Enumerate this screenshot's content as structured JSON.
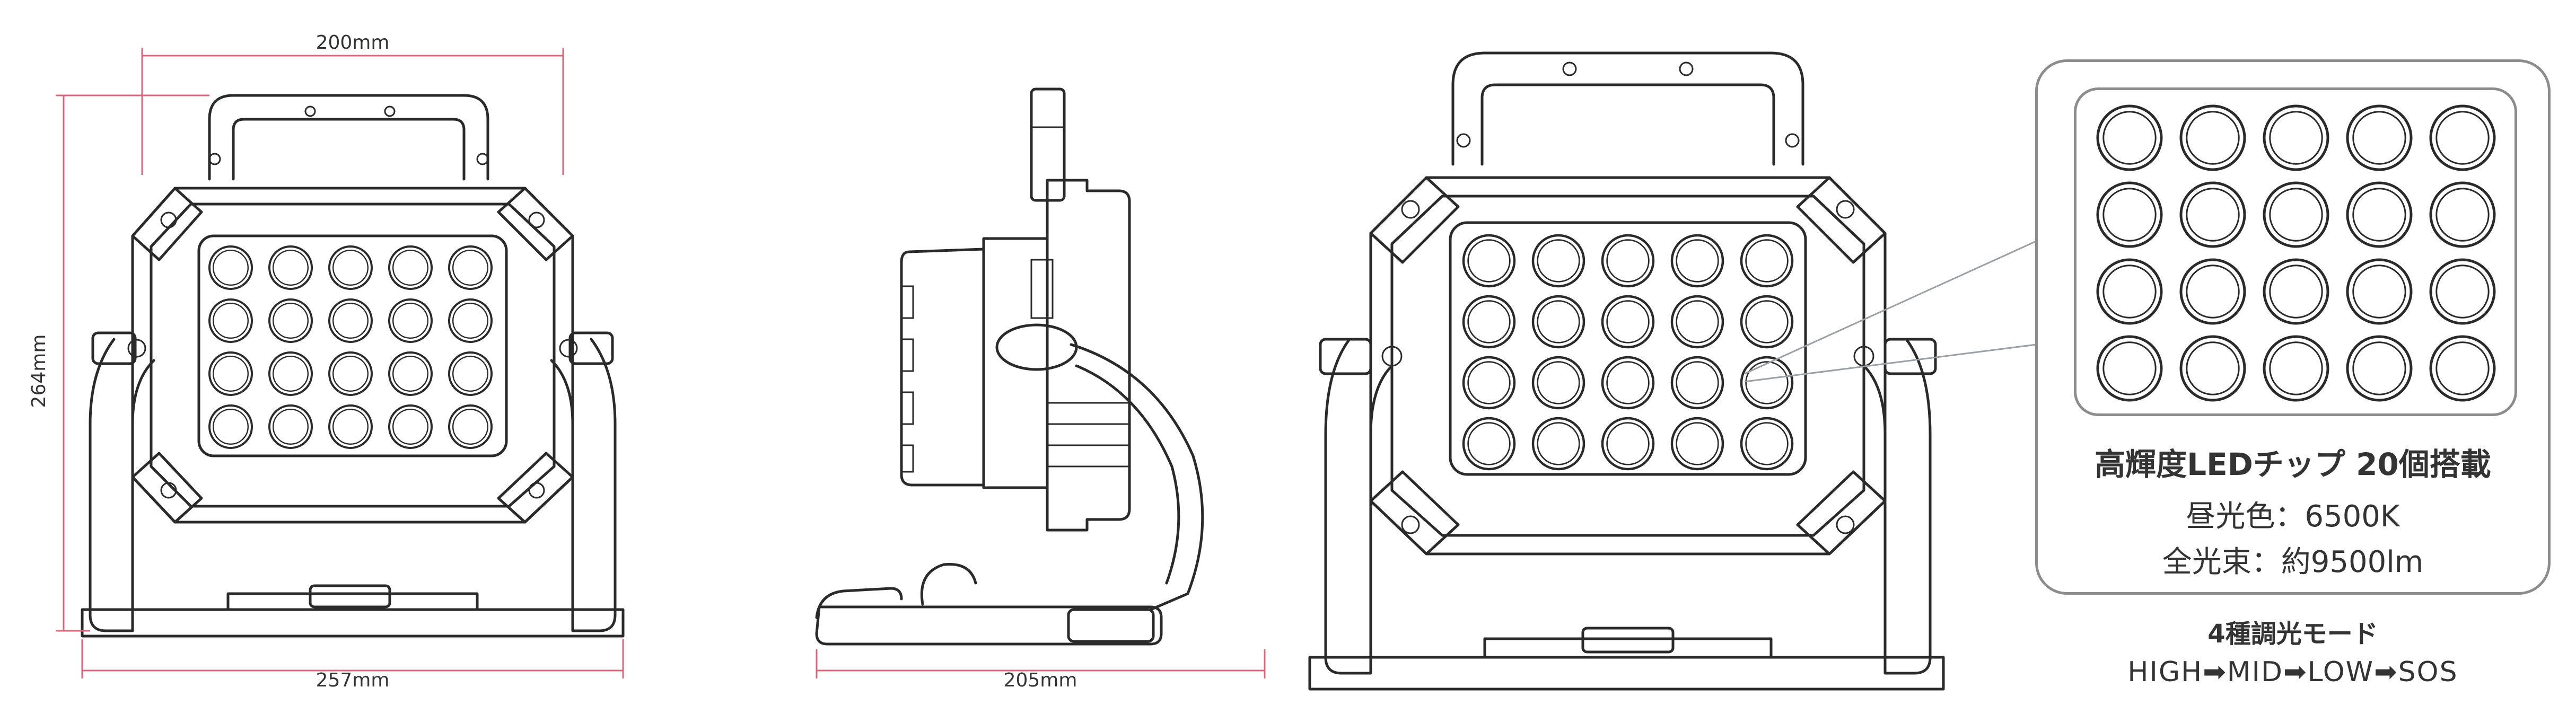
{
  "dimensions": {
    "front_width": "200mm",
    "front_height": "264mm",
    "stand_width": "257mm",
    "side_depth": "205mm"
  },
  "led_callout": {
    "title": "高輝度LEDチップ 20個搭載",
    "color_temp": "昼光色：6500K",
    "luminous_flux": "全光束：約9500lm"
  },
  "modes": {
    "title": "4種調光モード",
    "sequence": "HIGH➡MID➡LOW➡SOS"
  },
  "colors": {
    "line": "#2a2a2a",
    "dimension": "#d9667a",
    "callout_border": "#8c8c8c",
    "leader": "#9aa0a6"
  }
}
